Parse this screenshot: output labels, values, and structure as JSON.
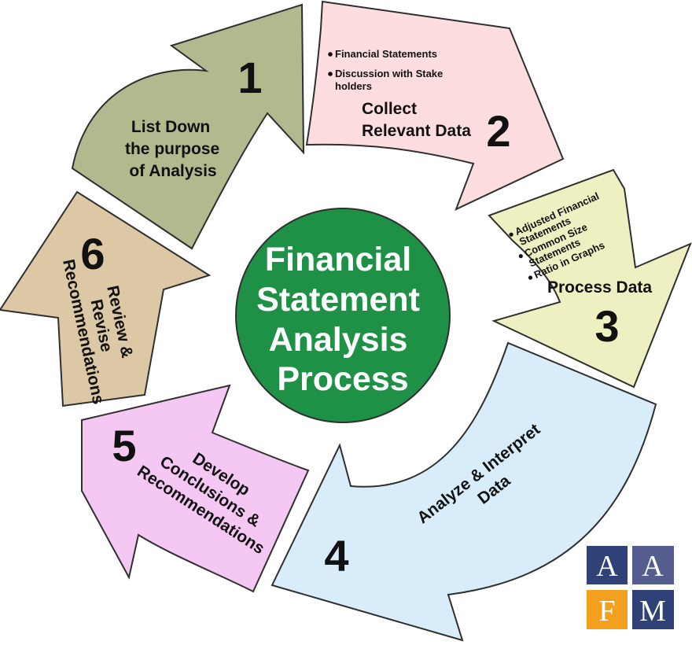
{
  "center": {
    "lines": [
      "Financial",
      "Statement",
      "Analysis",
      "Process"
    ]
  },
  "steps": [
    {
      "number": "1",
      "title_lines": [
        "List Down",
        "the purpose",
        "of Analysis"
      ],
      "bullets": []
    },
    {
      "number": "2",
      "title_lines": [
        "Collect",
        "Relevant Data"
      ],
      "bullets": [
        [
          "Financial Statements"
        ],
        [
          "Discussion with Stake",
          "holders"
        ]
      ]
    },
    {
      "number": "3",
      "title_lines": [
        "Process Data"
      ],
      "bullets": [
        [
          "Adjusted Financial",
          "Statements"
        ],
        [
          "Common Size",
          "Statements"
        ],
        [
          "Ratio in Graphs"
        ]
      ]
    },
    {
      "number": "4",
      "title_lines": [
        "Analyze & Interpret",
        "Data"
      ],
      "bullets": []
    },
    {
      "number": "5",
      "title_lines": [
        "Develop",
        "Conclusions &",
        "Recommendations"
      ],
      "bullets": []
    },
    {
      "number": "6",
      "title_lines": [
        "Review &",
        "Revise",
        "Recommendations"
      ],
      "bullets": []
    }
  ],
  "logo": {
    "letters": [
      "A",
      "A",
      "F",
      "M"
    ]
  },
  "colors": {
    "step1": "#b3b98f",
    "step2": "#fddde0",
    "step3": "#eef0c2",
    "step4": "#d9ecfa",
    "step5": "#f5c8f4",
    "step6": "#dcc8a4",
    "center": "#1e9146",
    "logo_navy": "#2f4176",
    "logo_slate": "#565e8f",
    "logo_orange": "#f3a01f"
  }
}
